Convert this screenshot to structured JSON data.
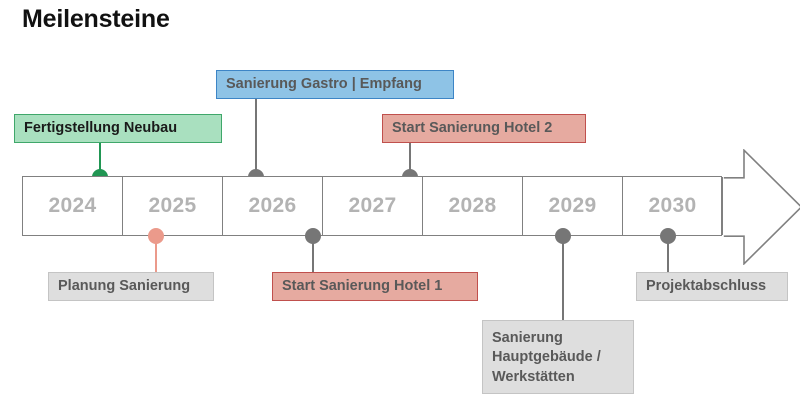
{
  "page": {
    "title": "Meilensteine"
  },
  "timeline": {
    "years": [
      "2024",
      "2025",
      "2026",
      "2027",
      "2028",
      "2029",
      "2030"
    ],
    "arrow_icon": "right-arrow-icon",
    "bar_border_color": "#808080",
    "year_text_color": "#b3b3b3",
    "connector_color": "#767676"
  },
  "milestones": [
    {
      "id": "fertigstellung-neubau",
      "label": "Fertigstellung Neubau",
      "year": "2024",
      "side": "above",
      "style": "green",
      "fill": "#a9e0bf",
      "border": "#3fa76a",
      "dot_color": "#219653"
    },
    {
      "id": "planung-sanierung",
      "label": "Planung Sanierung",
      "year": "2025",
      "side": "below",
      "style": "gray",
      "fill": "#dedede",
      "border": "#c4c4c4",
      "dot_color": "#eb9a8b"
    },
    {
      "id": "sanierung-gastro-empfang",
      "label": "Sanierung Gastro | Empfang",
      "year": "2026",
      "side": "above",
      "style": "blue",
      "fill": "#8ec3e6",
      "border": "#3d85c6",
      "dot_color": "#767676"
    },
    {
      "id": "start-sanierung-hotel-1",
      "label": "Start Sanierung Hotel 1",
      "year": "2027",
      "side": "below",
      "style": "red",
      "fill": "#e6aaa0",
      "border": "#c0504d",
      "dot_color": "#767676"
    },
    {
      "id": "start-sanierung-hotel-2",
      "label": "Start Sanierung Hotel 2",
      "year": "2028",
      "side": "above",
      "style": "red",
      "fill": "#e6aaa0",
      "border": "#c0504d",
      "dot_color": "#767676"
    },
    {
      "id": "sanierung-hauptgebaeude-werkstaetten",
      "label": "Sanierung\nHauptgebäude /\nWerkstätten",
      "year": "2029",
      "side": "below",
      "style": "gray",
      "fill": "#dedede",
      "border": "#c4c4c4",
      "dot_color": "#767676"
    },
    {
      "id": "projektabschluss",
      "label": "Projektabschluss",
      "year": "2030",
      "side": "below",
      "style": "gray",
      "fill": "#dedede",
      "border": "#c4c4c4",
      "dot_color": "#767676"
    }
  ]
}
